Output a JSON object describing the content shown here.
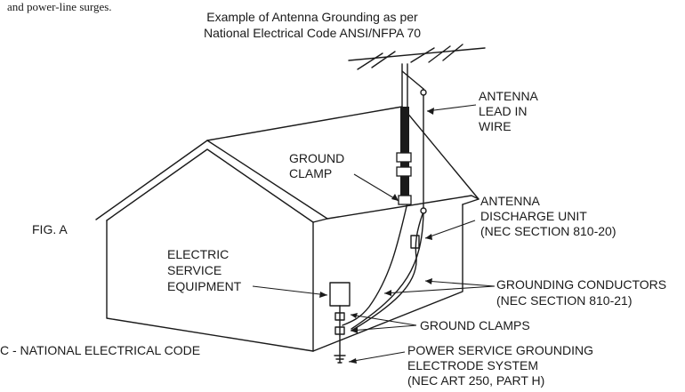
{
  "top_fragment": "and power-line surges.",
  "title": {
    "line1": "Example of Antenna Grounding as per",
    "line2": "National Electrical Code ANSI/NFPA 70"
  },
  "figure_label": "FIG. A",
  "labels": {
    "antenna_lead_in_wire": [
      "ANTENNA",
      "LEAD IN",
      "WIRE"
    ],
    "ground_clamp": [
      "GROUND",
      "CLAMP"
    ],
    "antenna_discharge_unit": [
      "ANTENNA",
      "DISCHARGE UNIT",
      "(NEC SECTION 810-20)"
    ],
    "electric_service_equipment": [
      "ELECTRIC",
      "SERVICE",
      "EQUIPMENT"
    ],
    "grounding_conductors": [
      "GROUNDING CONDUCTORS",
      "(NEC SECTION 810-21)"
    ],
    "ground_clamps": "GROUND CLAMPS",
    "power_service_grounding": [
      "POWER SERVICE GROUNDING",
      "ELECTRODE SYSTEM",
      "(NEC ART 250, PART H)"
    ]
  },
  "footer_fragment": "C - NATIONAL ELECTRICAL CODE"
}
